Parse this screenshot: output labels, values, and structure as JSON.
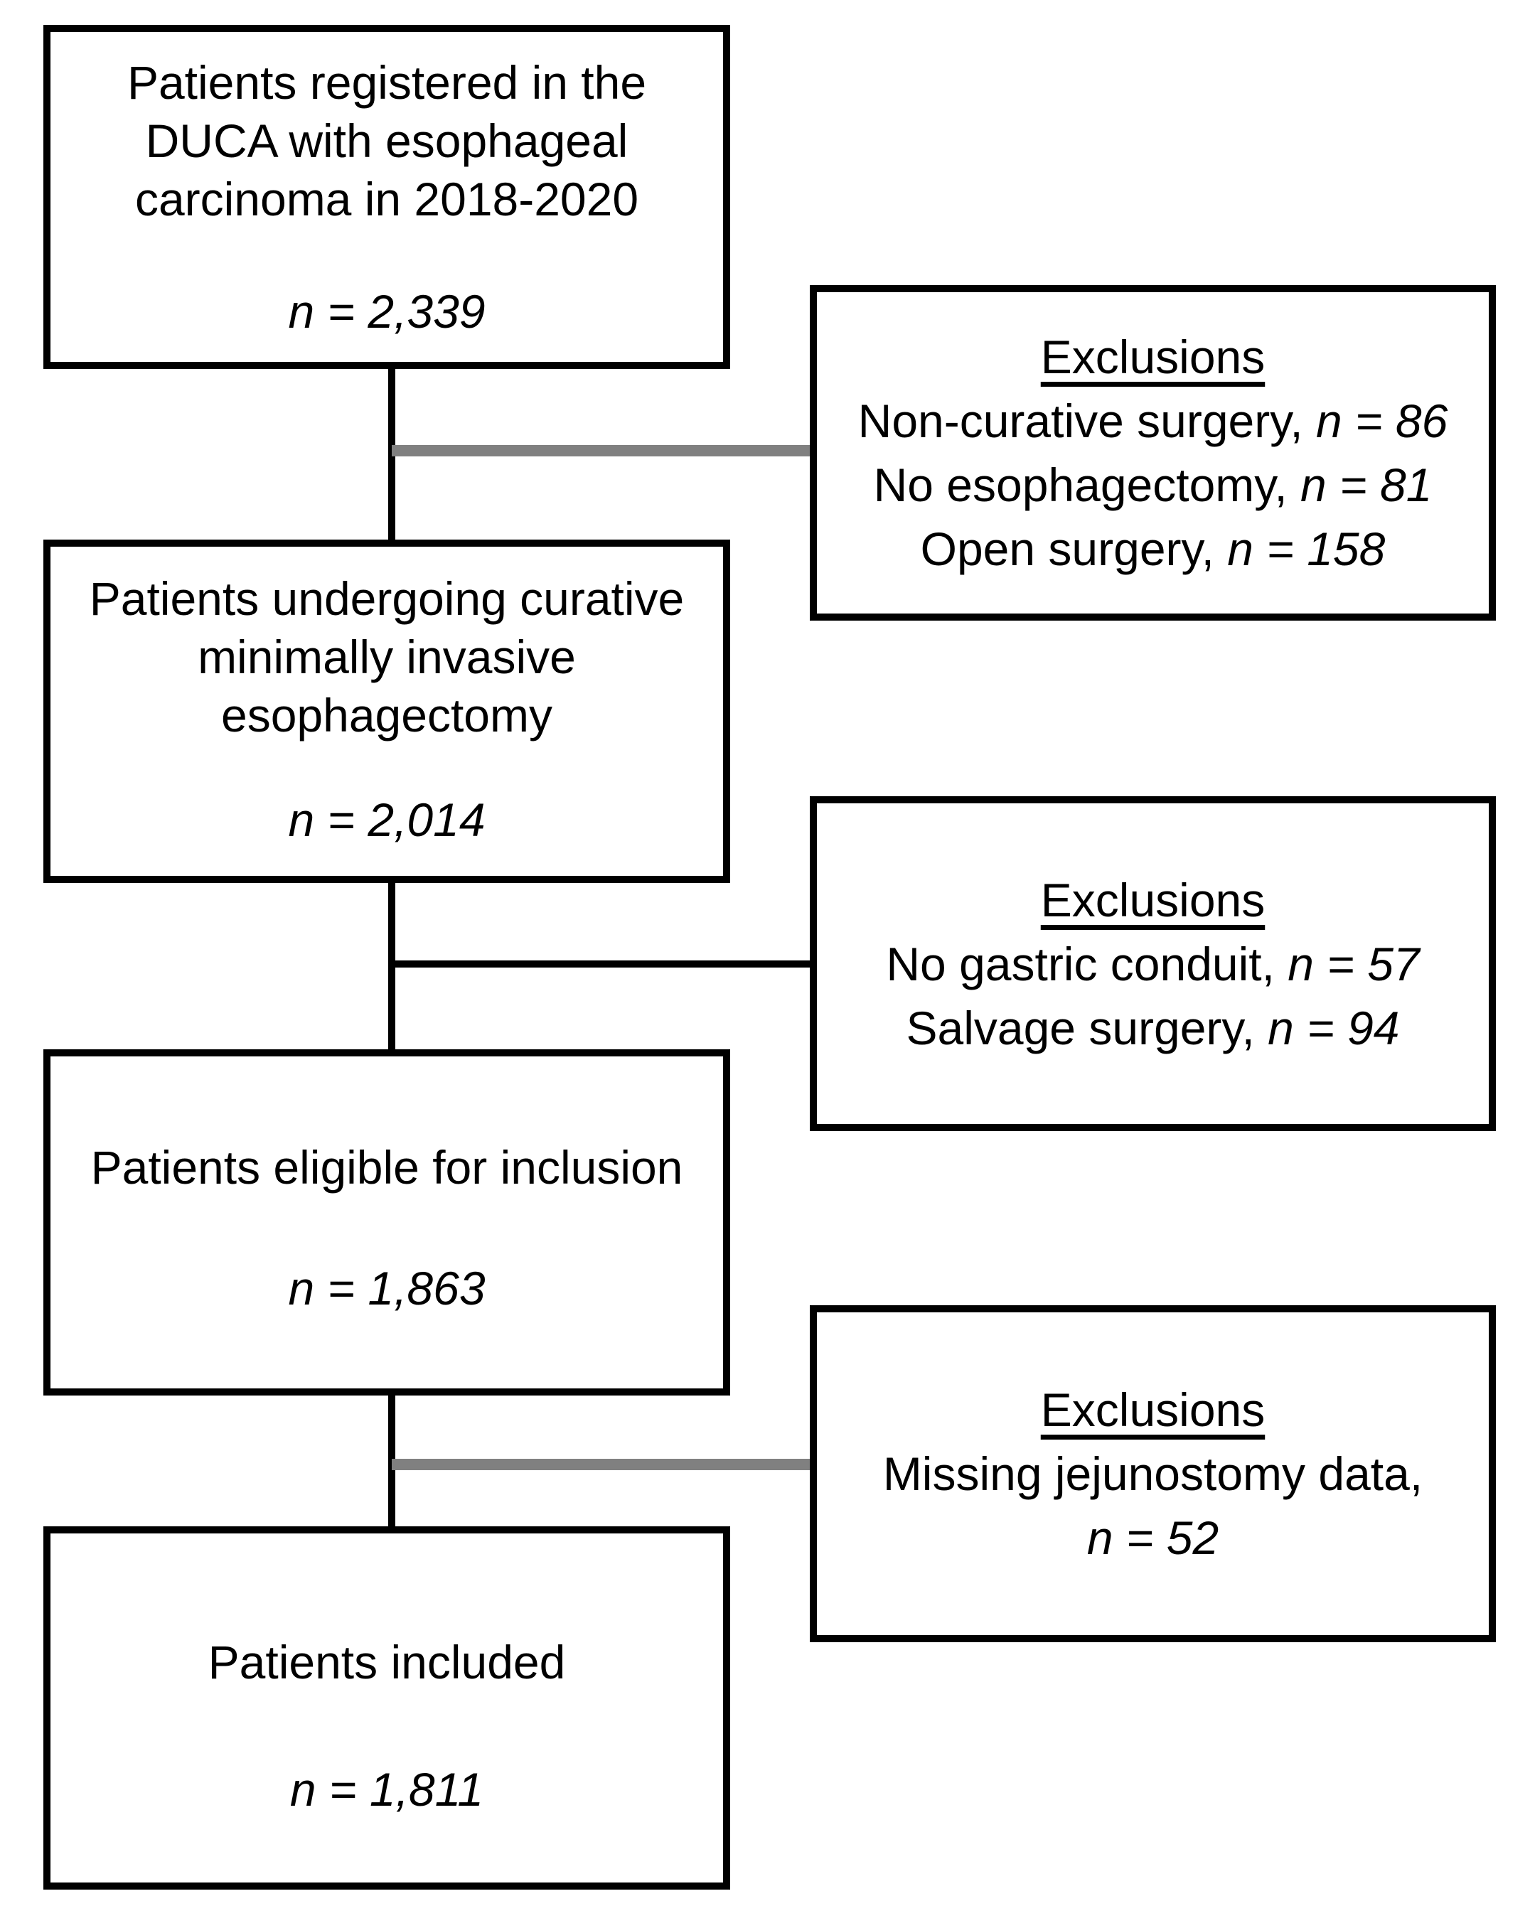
{
  "colors": {
    "line_black": "#000000",
    "connector_gray": "#808080",
    "background": "#ffffff",
    "text": "#000000"
  },
  "flowchart": {
    "main_nodes": [
      {
        "id": "registered",
        "title": "Patients registered in the\nDUCA with esophageal\ncarcinoma in 2018-2020",
        "count": "n = 2,339"
      },
      {
        "id": "mie",
        "title": "Patients undergoing curative\nminimally invasive\nesophagectomy",
        "count": "n = 2,014"
      },
      {
        "id": "eligible",
        "title": "Patients eligible for inclusion",
        "count": "n = 1,863"
      },
      {
        "id": "included",
        "title": "Patients included",
        "count": "n = 1,811"
      }
    ],
    "exclusion_nodes": [
      {
        "heading": "Exclusions",
        "lines": [
          [
            {
              "t": "Non-curative surgery, "
            },
            {
              "t": "n = 86",
              "i": true
            }
          ],
          [
            {
              "t": "No esophagectomy, "
            },
            {
              "t": "n = 81",
              "i": true
            }
          ],
          [
            {
              "t": "Open surgery, "
            },
            {
              "t": "n = 158",
              "i": true
            }
          ]
        ]
      },
      {
        "heading": "Exclusions",
        "lines": [
          [
            {
              "t": "No gastric conduit, "
            },
            {
              "t": "n = 57",
              "i": true
            }
          ],
          [
            {
              "t": "Salvage surgery, "
            },
            {
              "t": "n = 94",
              "i": true
            }
          ]
        ]
      },
      {
        "heading": "Exclusions",
        "lines": [
          [
            {
              "t": "Missing jejunostomy data,"
            }
          ],
          [
            {
              "t": "n = 52",
              "i": true
            }
          ]
        ]
      }
    ]
  }
}
